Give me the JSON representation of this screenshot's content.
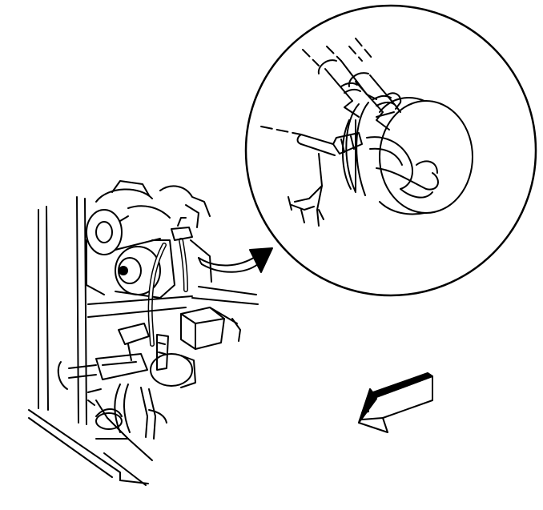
{
  "diagram": {
    "description_labels": [],
    "colors": {
      "ink": "#000000",
      "paper": "#ffffff"
    },
    "elements": {
      "engine_assembly": "engine-assembly",
      "detail_circle": "detail-circle",
      "callout_arrow": "callout-arrow",
      "direction_arrow": "direction-arrow"
    }
  }
}
